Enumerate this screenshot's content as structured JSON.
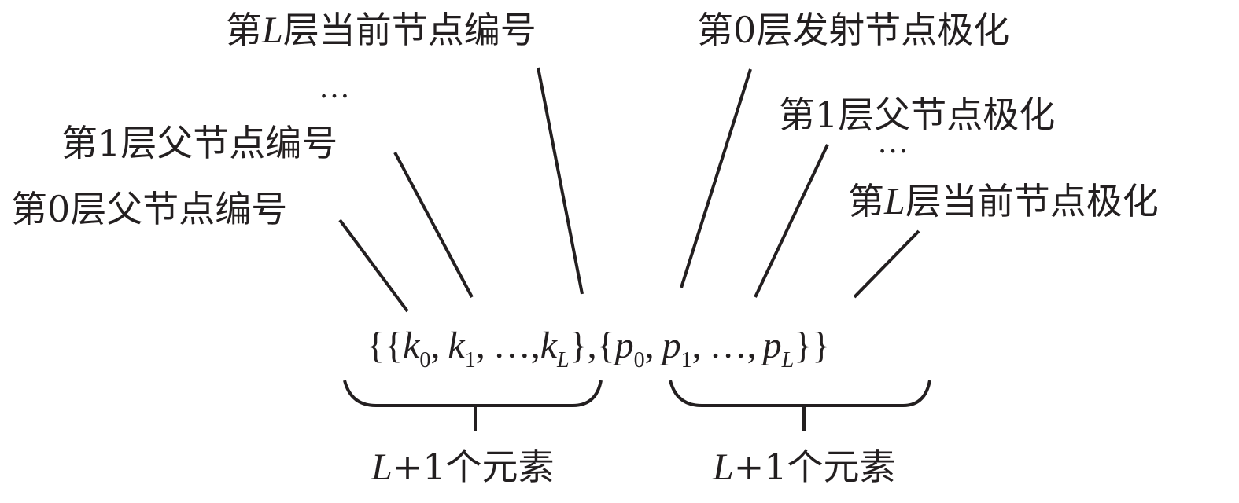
{
  "labels": {
    "layer_L_node_id": {
      "var": "L",
      "before": "第",
      "after": "层当前节点编号"
    },
    "dots_left": "…",
    "layer_1_parent_id": "第1层父节点编号",
    "layer_0_parent_id": "第0层父节点编号",
    "layer_0_emit_polar": "第0层发射节点极化",
    "layer_1_parent_polar": "第1层父节点极化",
    "dots_right": "…",
    "layer_L_node_polar": {
      "var": "L",
      "before": "第",
      "after": "层当前节点极化"
    }
  },
  "formula": {
    "open": "{{",
    "k": "k",
    "p": "p",
    "sub0": "0",
    "sub1": "1",
    "subL": "L",
    "comma": ",",
    "ellipsis": "…",
    "mid": "},{",
    "close": "}}"
  },
  "brace_labels": {
    "left": {
      "var": "L",
      "rest": "+1个元素"
    },
    "right": {
      "var": "L",
      "rest": "+1个元素"
    }
  }
}
